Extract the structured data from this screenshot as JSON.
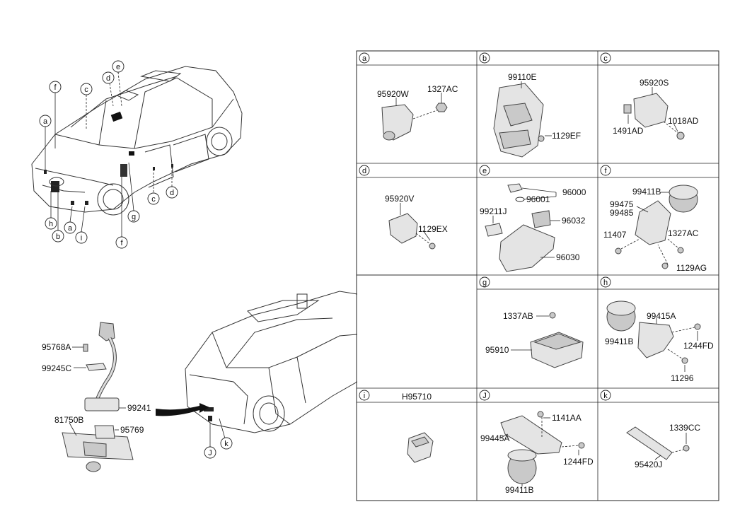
{
  "cells": [
    {
      "letter": "a",
      "parts": [
        "95920W",
        "1327AC"
      ]
    },
    {
      "letter": "b",
      "parts": [
        "99110E",
        "1129EF"
      ]
    },
    {
      "letter": "c",
      "parts": [
        "95920S",
        "1491AD",
        "1018AD"
      ]
    },
    {
      "letter": "d",
      "parts": [
        "95920V",
        "1129EX"
      ]
    },
    {
      "letter": "e",
      "parts": [
        "96000",
        "96001",
        "99211J",
        "96032",
        "96030"
      ]
    },
    {
      "letter": "f",
      "parts": [
        "99411B",
        "99475",
        "99485",
        "11407",
        "1327AC",
        "1129AG"
      ]
    },
    {
      "letter": "g",
      "parts": [
        "1337AB",
        "95910"
      ]
    },
    {
      "letter": "h",
      "parts": [
        "99415A",
        "99411B",
        "1244FD",
        "11296"
      ]
    },
    {
      "letter": "i",
      "parts": [
        "H95710"
      ]
    },
    {
      "letter": "J",
      "parts": [
        "1141AA",
        "99445A",
        "1244FD",
        "99411B"
      ]
    },
    {
      "letter": "k",
      "parts": [
        "1339CC",
        "95420J"
      ]
    }
  ],
  "front_callouts": [
    "f",
    "c",
    "d",
    "e",
    "a",
    "h",
    "b",
    "a",
    "i",
    "g",
    "c",
    "d",
    "f"
  ],
  "rear_callouts": [
    "J",
    "k"
  ],
  "rear_parts": [
    "95768A",
    "99245C",
    "99241",
    "81750B",
    "95769"
  ]
}
